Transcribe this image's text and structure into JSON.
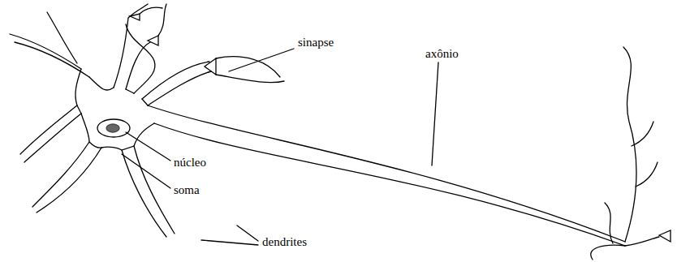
{
  "diagram": {
    "labels": [
      "sinapse",
      "axônio",
      "núcleo",
      "soma",
      "dendrites"
    ]
  }
}
